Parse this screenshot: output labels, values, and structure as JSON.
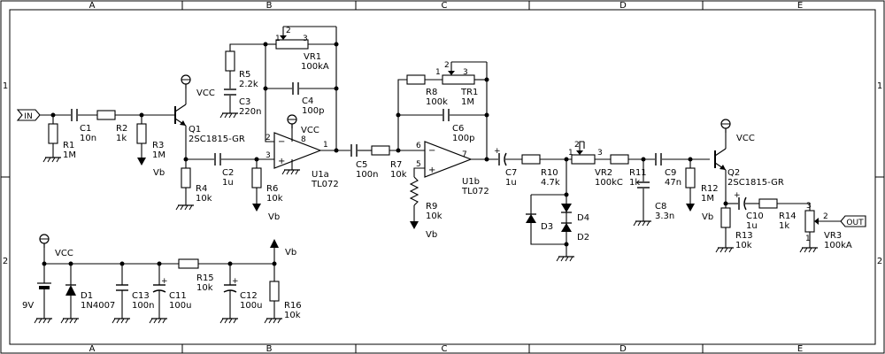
{
  "frame": {
    "columns": [
      "A",
      "B",
      "C",
      "D",
      "E"
    ],
    "rows": [
      "1",
      "2"
    ]
  },
  "ports": {
    "input": "IN",
    "output": "OUT"
  },
  "nets": {
    "vcc": "VCC",
    "vb": "Vb"
  },
  "components": {
    "R1": {
      "ref": "R1",
      "value": "1M"
    },
    "C1": {
      "ref": "C1",
      "value": "10n"
    },
    "R2": {
      "ref": "R2",
      "value": "1k"
    },
    "R3": {
      "ref": "R3",
      "value": "1M"
    },
    "Q1": {
      "ref": "Q1",
      "value": "2SC1815-GR"
    },
    "R4": {
      "ref": "R4",
      "value": "10k"
    },
    "C2": {
      "ref": "C2",
      "value": "1u"
    },
    "R5": {
      "ref": "R5",
      "value": "2.2k"
    },
    "C3": {
      "ref": "C3",
      "value": "220n"
    },
    "VR1": {
      "ref": "VR1",
      "value": "100kA"
    },
    "C4": {
      "ref": "C4",
      "value": "100p"
    },
    "U1a": {
      "ref": "U1a",
      "value": "TL072"
    },
    "R6": {
      "ref": "R6",
      "value": "10k"
    },
    "C5": {
      "ref": "C5",
      "value": "100n"
    },
    "R7": {
      "ref": "R7",
      "value": "10k"
    },
    "R8": {
      "ref": "R8",
      "value": "100k"
    },
    "TR1": {
      "ref": "TR1",
      "value": "1M"
    },
    "C6": {
      "ref": "C6",
      "value": "100p"
    },
    "U1b": {
      "ref": "U1b",
      "value": "TL072"
    },
    "R9": {
      "ref": "R9",
      "value": "10k"
    },
    "C7": {
      "ref": "C7",
      "value": "1u"
    },
    "R10": {
      "ref": "R10",
      "value": "4.7k"
    },
    "VR2": {
      "ref": "VR2",
      "value": "100kC"
    },
    "R11": {
      "ref": "R11",
      "value": "1k"
    },
    "C8": {
      "ref": "C8",
      "value": "3.3n"
    },
    "C9": {
      "ref": "C9",
      "value": "47n"
    },
    "R12": {
      "ref": "R12",
      "value": "1M"
    },
    "Q2": {
      "ref": "Q2",
      "value": "2SC1815-GR"
    },
    "C10": {
      "ref": "C10",
      "value": "1u"
    },
    "R14": {
      "ref": "R14",
      "value": "1k"
    },
    "R13": {
      "ref": "R13",
      "value": "10k"
    },
    "VR3": {
      "ref": "VR3",
      "value": "100kA"
    },
    "D1": {
      "ref": "D1",
      "value": "1N4007"
    },
    "C13": {
      "ref": "C13",
      "value": "100n"
    },
    "C11": {
      "ref": "C11",
      "value": "100u"
    },
    "R15": {
      "ref": "R15",
      "value": "10k"
    },
    "C12": {
      "ref": "C12",
      "value": "100u"
    },
    "R16": {
      "ref": "R16",
      "value": "10k"
    },
    "BAT": {
      "ref": "",
      "value": "9V"
    },
    "D2": {
      "ref": "D2",
      "value": ""
    },
    "D3": {
      "ref": "D3",
      "value": ""
    },
    "D4": {
      "ref": "D4",
      "value": ""
    }
  },
  "pins": {
    "u1a_in_minus": "2",
    "u1a_in_plus": "3",
    "u1a_out": "1",
    "u1a_power": "8",
    "u1b_in_minus": "6",
    "u1b_in_plus": "5",
    "u1b_out": "7",
    "pot_1": "1",
    "pot_2": "2",
    "pot_3": "3",
    "u1a_minus_sign": "−",
    "u1a_plus_sign": "+",
    "u1b_minus_sign": "−",
    "u1b_plus_sign": "+",
    "cap_plus": "+"
  }
}
